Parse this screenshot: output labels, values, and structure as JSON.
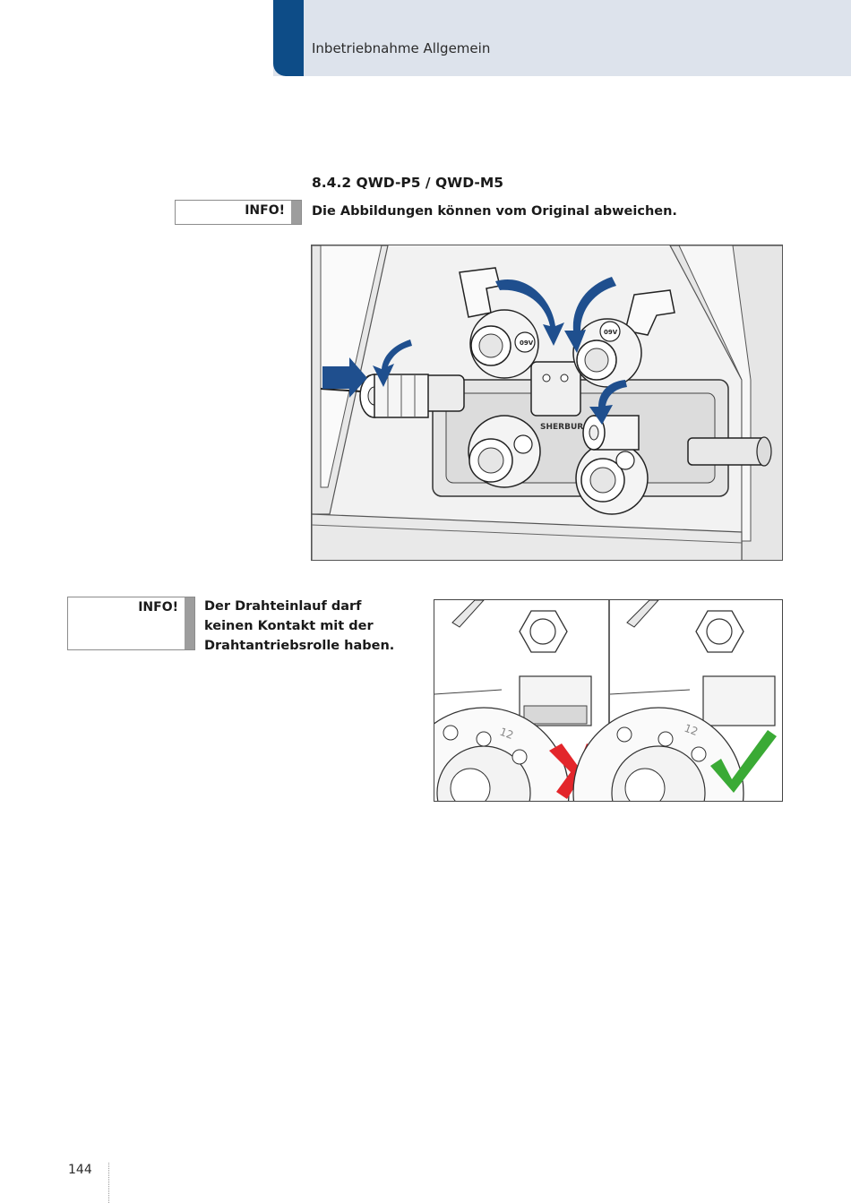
{
  "header": {
    "title": "Inbetriebnahme Allgemein",
    "accent_color": "#0d4c87",
    "band_color": "#dde3ec"
  },
  "section": {
    "heading": "8.4.2 QWD-P5 / QWD-M5"
  },
  "info_1": {
    "label": "INFO!",
    "text": "Die Abbildungen können vom Original abweichen."
  },
  "figure_main": {
    "roll_labels": [
      "09V",
      "09V"
    ],
    "brand_label": "SHERBURG"
  },
  "info_2": {
    "label": "INFO!",
    "lines": [
      "Der Drahteinlauf darf",
      "keinen Kontakt mit der",
      "Drahtantriebsrolle haben."
    ]
  },
  "figure_pair": {
    "roll_number_left": "12",
    "roll_number_right": "12",
    "wrong_mark_color": "#e3262b",
    "right_mark_color": "#3aaa35"
  },
  "footer": {
    "page_number": "144"
  }
}
